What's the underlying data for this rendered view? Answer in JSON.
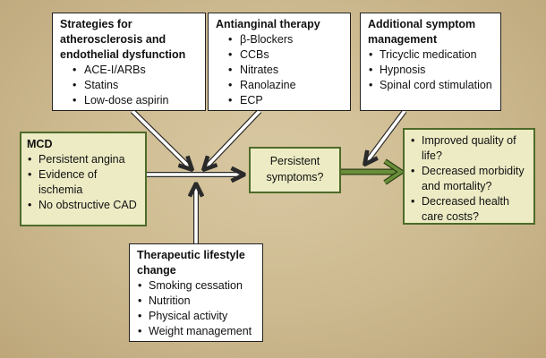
{
  "strategies": {
    "title": "Strategies for atherosclerosis and endothelial dysfunction",
    "items": [
      "ACE-I/ARBs",
      "Statins",
      "Low-dose aspirin"
    ]
  },
  "antianginal": {
    "title": "Antianginal therapy",
    "items": [
      "β-Blockers",
      "CCBs",
      "Nitrates",
      "Ranolazine",
      "ECP"
    ]
  },
  "additional": {
    "title": "Additional symptom management",
    "items": [
      "Tricyclic medication",
      "Hypnosis",
      "Spinal cord stimulation"
    ]
  },
  "mcd": {
    "title": "MCD",
    "items": [
      "Persistent angina",
      "Evidence of ischemia",
      "No obstructive CAD"
    ]
  },
  "center": {
    "text": "Persistent symptoms?"
  },
  "outcomes": {
    "items": [
      "Improved quality of life?",
      "Decreased morbidity and mortality?",
      "Decreased health care costs?"
    ]
  },
  "lifestyle": {
    "title": "Therapeutic lifestyle change",
    "items": [
      "Smoking cessation",
      "Nutrition",
      "Physical activity",
      "Weight management"
    ]
  },
  "colors": {
    "background": "#c9b58c",
    "green_box_fill": "#ecebc4",
    "green_border": "#4d6b28",
    "arrow": "#ffffff"
  }
}
